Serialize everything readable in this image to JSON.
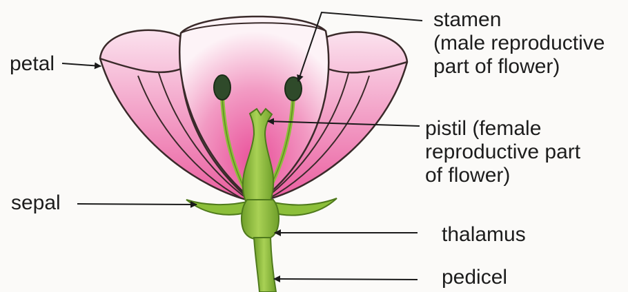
{
  "labels": {
    "petal": "petal",
    "sepal": "sepal",
    "stamen": [
      "stamen",
      "(male reproductive",
      "part of flower)"
    ],
    "pistil": [
      "pistil (female",
      "reproductive part",
      "of flower)"
    ],
    "thalamus": "thalamus",
    "pedicel": "pedicel"
  },
  "colors": {
    "petal_pink": "#e9509a",
    "petal_light": "#fdf3f7",
    "green": "#8cbf3a",
    "dark_green": "#5f8e22",
    "anther": "#2f4a2a",
    "arrow": "#1a1a1a"
  }
}
